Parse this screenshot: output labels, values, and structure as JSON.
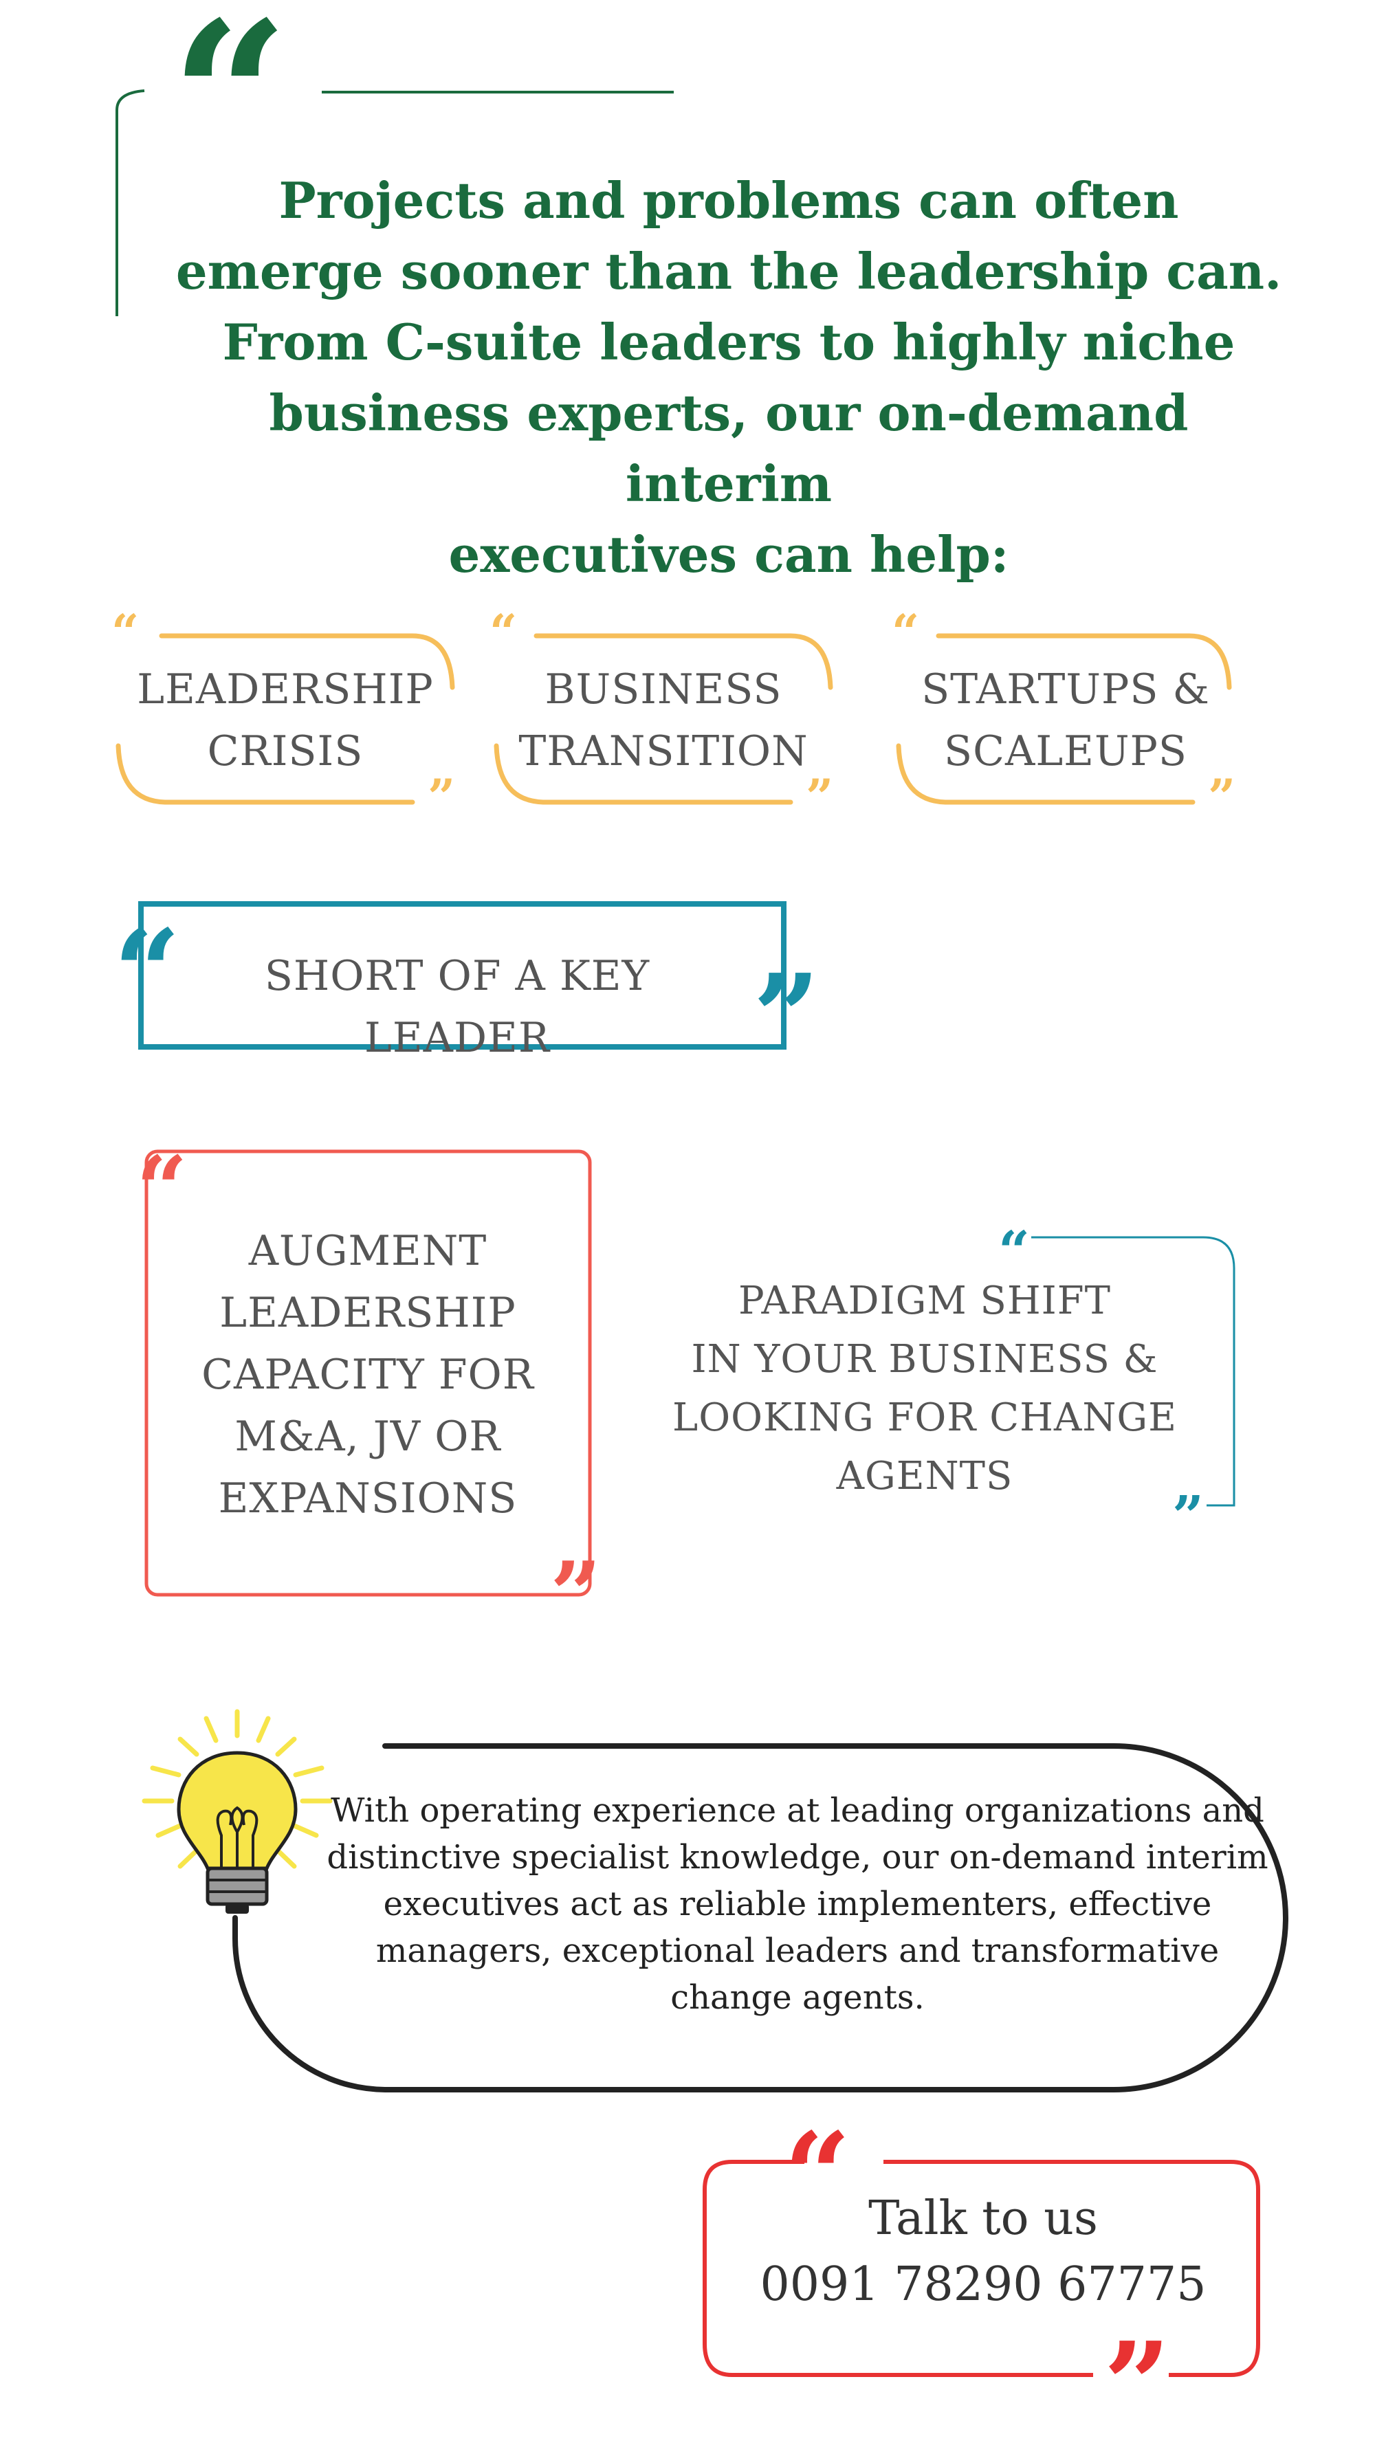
{
  "headline": {
    "lines": [
      "Projects and problems can often",
      "emerge sooner than the leadership can.",
      "From C-suite leaders to highly niche",
      "business experts, our on-demand interim",
      "executives can help:"
    ]
  },
  "categories": [
    {
      "lines": [
        "LEADERSHIP",
        "CRISIS"
      ]
    },
    {
      "lines": [
        "BUSINESS",
        "TRANSITION"
      ]
    },
    {
      "lines": [
        "STARTUPS &",
        "SCALEUPS"
      ]
    }
  ],
  "key_leader": {
    "text": "SHORT OF A KEY LEADER"
  },
  "augment": {
    "lines": [
      "AUGMENT",
      "LEADERSHIP",
      "CAPACITY FOR",
      "M&A, JV OR",
      "EXPANSIONS"
    ]
  },
  "paradigm": {
    "lines": [
      "PARADIGM SHIFT",
      "IN YOUR BUSINESS &",
      "LOOKING FOR CHANGE",
      "AGENTS"
    ]
  },
  "summary": {
    "lines": [
      "With operating experience at leading organizations and",
      "distinctive specialist knowledge, our on-demand interim",
      "executives act as reliable implementers, effective",
      "managers, exceptional leaders and transformative",
      "change agents."
    ]
  },
  "contact": {
    "label": "Talk to us",
    "phone": "0091 78290 67775"
  },
  "icons": {
    "quote_open": "quote-open-icon",
    "quote_close": "quote-close-icon",
    "bulb": "lightbulb-icon"
  },
  "colors": {
    "green": "#1a6b3e",
    "orange": "#f6be5a",
    "teal": "#1a8fa6",
    "coral": "#f05a50",
    "red": "#e83232",
    "dark": "#222222",
    "gray_text": "#555555",
    "bulb_yellow": "#f7e54a"
  }
}
